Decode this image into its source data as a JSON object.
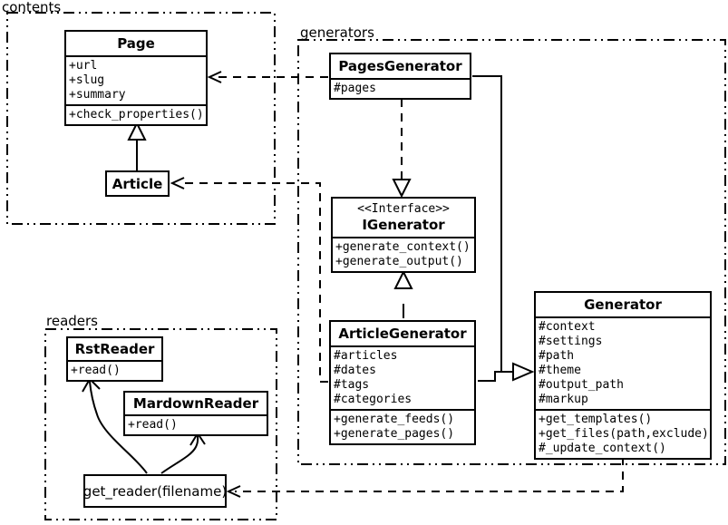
{
  "packages": {
    "contents": {
      "label": "contents"
    },
    "generators": {
      "label": "generators"
    },
    "readers": {
      "label": "readers"
    }
  },
  "classes": {
    "page": {
      "name": "Page",
      "attributes": [
        "+url",
        "+slug",
        "+summary"
      ],
      "methods": [
        "+check_properties()"
      ]
    },
    "article": {
      "name": "Article"
    },
    "pages_generator": {
      "name": "PagesGenerator",
      "attributes": [
        "#pages"
      ]
    },
    "igenerator": {
      "stereotype": "<<Interface>>",
      "name": "IGenerator",
      "methods": [
        "+generate_context()",
        "+generate_output()"
      ]
    },
    "article_generator": {
      "name": "ArticleGenerator",
      "attributes": [
        "#articles",
        "#dates",
        "#tags",
        "#categories"
      ],
      "methods": [
        "+generate_feeds()",
        "+generate_pages()"
      ]
    },
    "generator": {
      "name": "Generator",
      "attributes": [
        "#context",
        "#settings",
        "#path",
        "#theme",
        "#output_path",
        "#markup"
      ],
      "methods": [
        "+get_templates()",
        "+get_files(path,exclude)",
        "#_update_context()"
      ]
    },
    "rst_reader": {
      "name": "RstReader",
      "methods": [
        "+read()"
      ]
    },
    "mardown_reader": {
      "name": "MardownReader",
      "methods": [
        "+read()"
      ]
    },
    "get_reader": {
      "label": "get_reader(filename)"
    }
  },
  "relationships": [
    {
      "from": "Article",
      "to": "Page",
      "type": "inheritance",
      "style": "solid-hollow-triangle"
    },
    {
      "from": "PagesGenerator",
      "to": "Page",
      "type": "dependency",
      "style": "dashed-open-arrow"
    },
    {
      "from": "ArticleGenerator",
      "to": "Article",
      "type": "dependency",
      "style": "dashed-open-arrow"
    },
    {
      "from": "PagesGenerator",
      "to": "IGenerator",
      "type": "realization",
      "style": "dashed-hollow-triangle"
    },
    {
      "from": "ArticleGenerator",
      "to": "IGenerator",
      "type": "realization",
      "style": "dashed-hollow-triangle"
    },
    {
      "from": "PagesGenerator",
      "to": "Generator",
      "type": "inheritance",
      "style": "solid-hollow-triangle"
    },
    {
      "from": "ArticleGenerator",
      "to": "Generator",
      "type": "inheritance",
      "style": "solid-hollow-triangle"
    },
    {
      "from": "Generator",
      "to": "get_reader(filename)",
      "type": "dependency",
      "style": "dashed-open-arrow"
    },
    {
      "from": "get_reader(filename)",
      "to": "RstReader",
      "type": "association",
      "style": "solid-curved-open-arrow"
    },
    {
      "from": "get_reader(filename)",
      "to": "MardownReader",
      "type": "association",
      "style": "solid-curved-open-arrow"
    }
  ],
  "colors": {
    "line": "#000000",
    "background": "#ffffff"
  }
}
